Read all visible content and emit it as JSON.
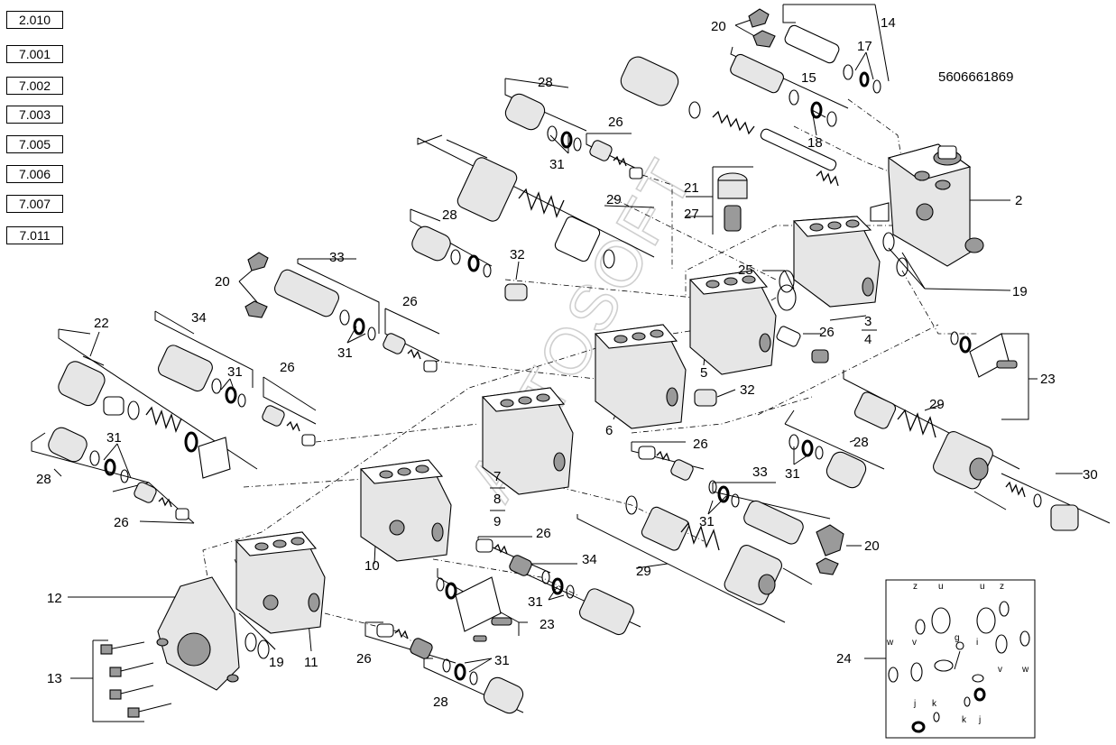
{
  "ref_boxes": [
    "2.010",
    "7.001",
    "7.002",
    "7.003",
    "7.005",
    "7.006",
    "7.007",
    "7.011"
  ],
  "part_code": "5606661869",
  "watermark": "AUTOSOFT",
  "callouts": {
    "c20a": "20",
    "c14": "14",
    "c17": "17",
    "c15": "15",
    "c18": "18",
    "c28a": "28",
    "c26a": "26",
    "c31a": "31",
    "c21": "21",
    "c27": "27",
    "c2": "2",
    "c29a": "29",
    "c28b": "28",
    "c32a": "32",
    "c25": "25",
    "c19a": "19",
    "c33a": "33",
    "c20b": "20",
    "c26b": "26",
    "c31b": "31",
    "c3": "3",
    "c4": "4",
    "c26c": "26",
    "c5": "5",
    "c22": "22",
    "c34a": "34",
    "c31c": "31",
    "c26d": "26",
    "c23a": "23",
    "c32b": "32",
    "c6": "6",
    "c29b": "29",
    "c28c": "28",
    "c31d": "31",
    "c26e": "26",
    "c28d": "28",
    "c26f": "26",
    "c7": "7",
    "c8": "8",
    "c9": "9",
    "c33b": "33",
    "c30": "30",
    "c31e": "31",
    "c20c": "20",
    "c29c": "29",
    "c26g": "26",
    "c34b": "34",
    "c10": "10",
    "c12": "12",
    "c31f": "31",
    "c23b": "23",
    "c13": "13",
    "c19b": "19",
    "c11": "11",
    "c26h": "26",
    "c31g": "31",
    "c28e": "28",
    "c24": "24"
  },
  "kit_letters": {
    "z1": "z",
    "u1": "u",
    "u2": "u",
    "z2": "z",
    "w1": "w",
    "v1": "v",
    "g": "g",
    "i": "i",
    "v2": "v",
    "w2": "w",
    "j1": "j",
    "k1": "k",
    "k2": "k",
    "j2": "j"
  }
}
